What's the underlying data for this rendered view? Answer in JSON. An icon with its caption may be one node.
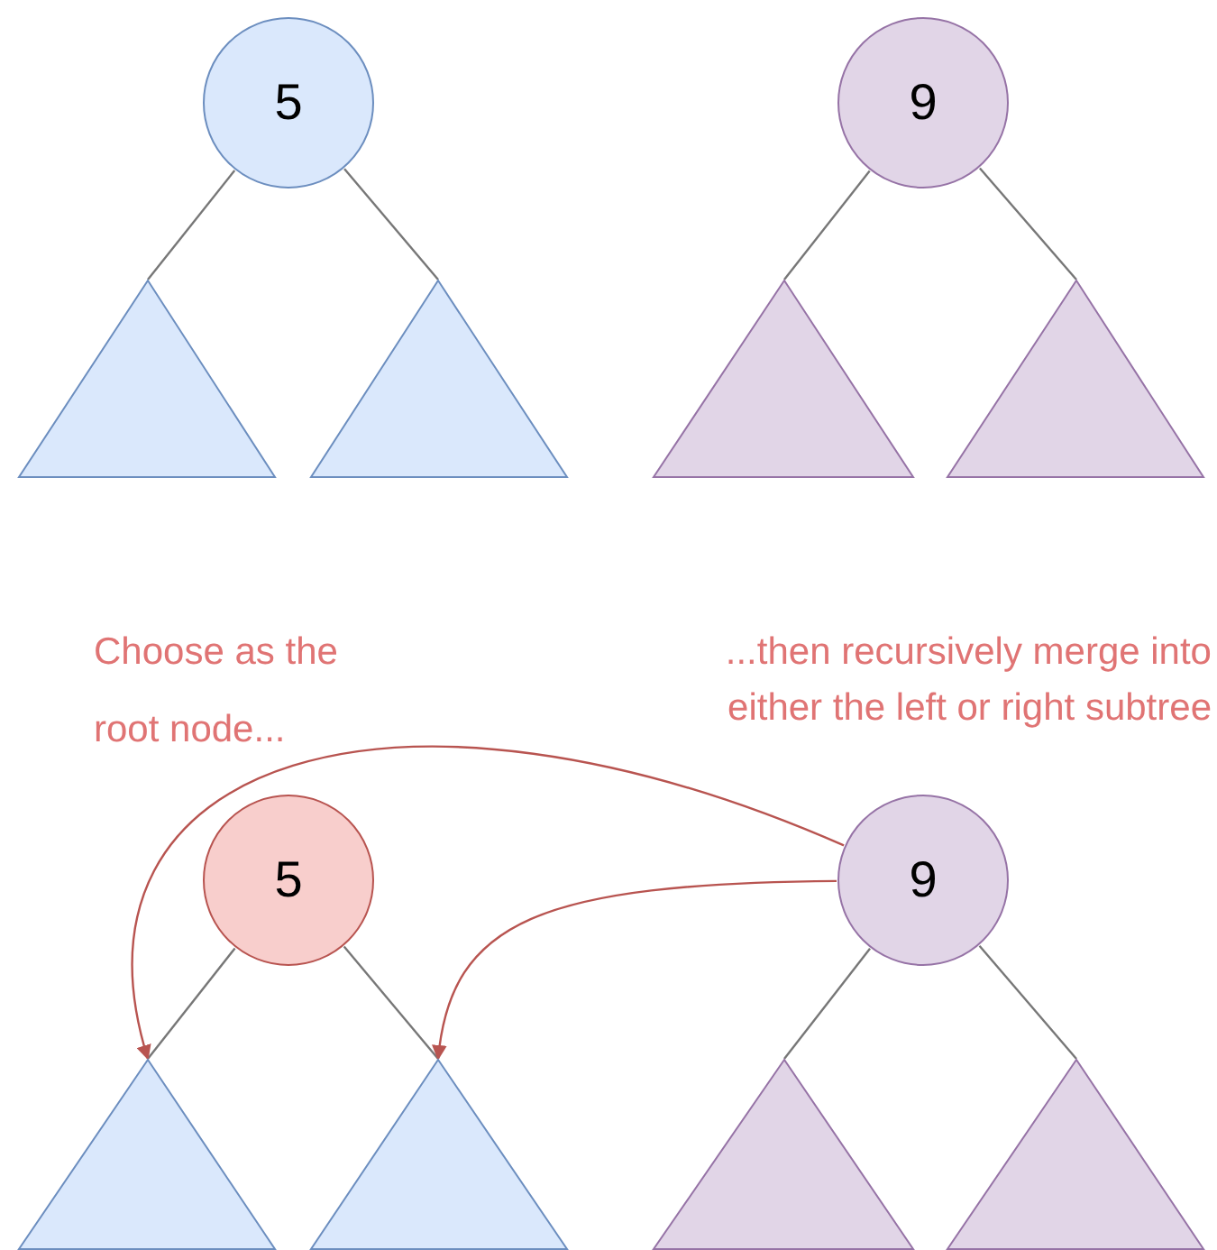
{
  "diagram": {
    "nodes": [
      {
        "text": [
          "5"
        ]
      },
      {
        "text": [],
        "shape": "triangle"
      },
      {
        "text": [],
        "shape": "triangle"
      },
      {
        "text": [
          "9"
        ]
      },
      {
        "text": [],
        "shape": "triangle"
      },
      {
        "text": [],
        "shape": "triangle"
      },
      {
        "text": [
          "5"
        ]
      },
      {
        "text": [],
        "shape": "triangle"
      },
      {
        "text": [],
        "shape": "triangle"
      },
      {
        "text": [
          "9"
        ]
      },
      {
        "text": [],
        "shape": "triangle"
      },
      {
        "text": [],
        "shape": "triangle"
      }
    ],
    "edges": [
      {
        "from": 0,
        "to": 1,
        "arrow": "none"
      },
      {
        "from": 0,
        "to": 2,
        "arrow": "none"
      },
      {
        "from": 3,
        "to": 4,
        "arrow": "none"
      },
      {
        "from": 3,
        "to": 5,
        "arrow": "none"
      },
      {
        "from": 6,
        "to": 7,
        "arrow": "none"
      },
      {
        "from": 6,
        "to": 8,
        "arrow": "none"
      },
      {
        "from": 9,
        "to": 10,
        "arrow": "none"
      },
      {
        "from": 9,
        "to": 11,
        "arrow": "none"
      },
      {
        "from": 9,
        "to": 7,
        "arrow": "to",
        "color": "#b85450"
      },
      {
        "from": 9,
        "to": 8,
        "arrow": "to",
        "color": "#b85450"
      }
    ],
    "labels": [
      "Choose as the root node...",
      "...then recursively merge into either the left or right subtree"
    ]
  }
}
